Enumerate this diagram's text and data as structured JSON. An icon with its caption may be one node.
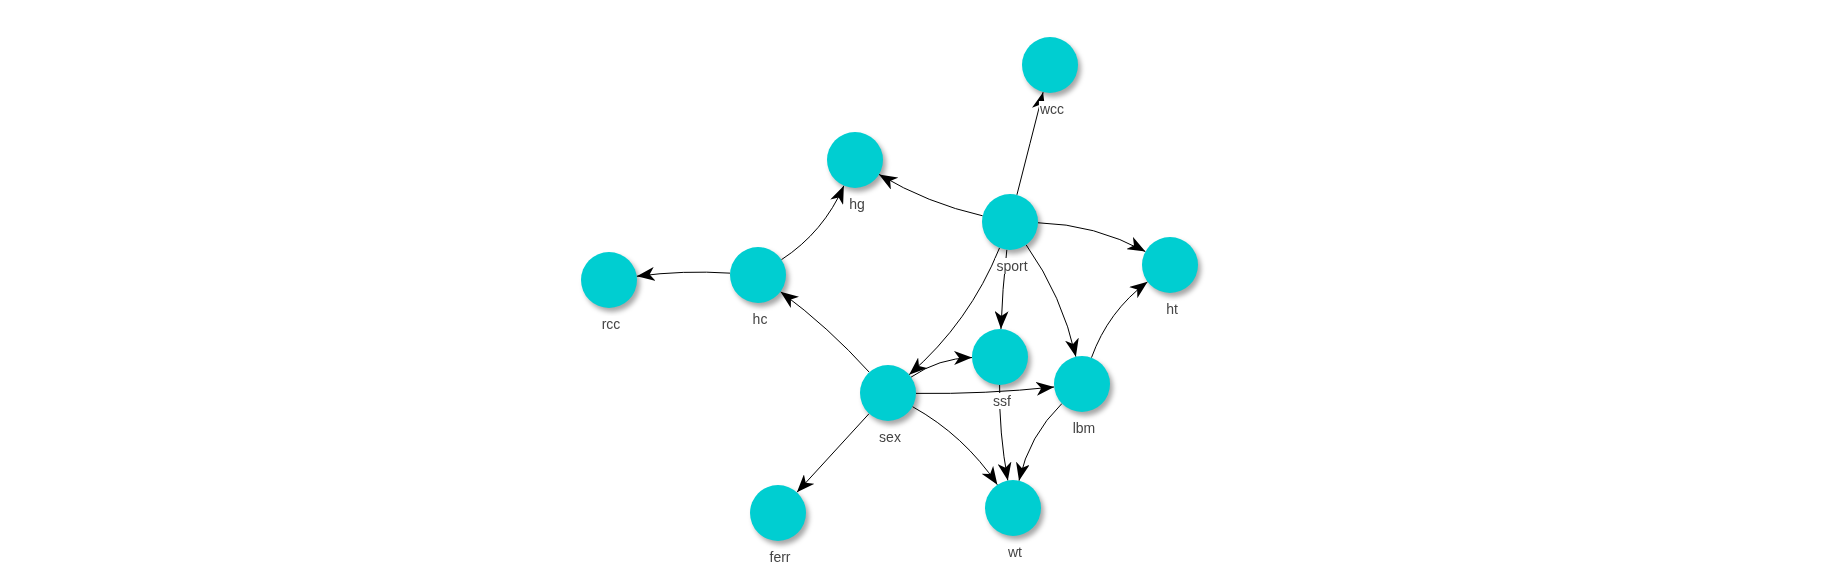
{
  "diagram": {
    "nodes": [
      {
        "text": [],
        "shape": "circle",
        "beside": [
          "wcc"
        ]
      },
      {
        "text": [],
        "shape": "circle",
        "beside": [
          "hg"
        ]
      },
      {
        "text": [],
        "shape": "circle",
        "beside": [
          "sport"
        ]
      },
      {
        "text": [],
        "shape": "circle",
        "beside": [
          "ht"
        ]
      },
      {
        "text": [],
        "shape": "circle",
        "beside": [
          "rcc"
        ]
      },
      {
        "text": [],
        "shape": "circle",
        "beside": [
          "hc"
        ]
      },
      {
        "text": [],
        "shape": "circle",
        "beside": [
          "ssf"
        ]
      },
      {
        "text": [],
        "shape": "circle",
        "beside": [
          "lbm"
        ]
      },
      {
        "text": [],
        "shape": "circle",
        "beside": [
          "sex"
        ]
      },
      {
        "text": [],
        "shape": "circle",
        "beside": [
          "ferr"
        ]
      },
      {
        "text": [],
        "shape": "circle",
        "beside": [
          "wt"
        ]
      }
    ],
    "edges": [
      {
        "from": 2,
        "to": 0,
        "arrow": "to"
      },
      {
        "from": 2,
        "to": 1,
        "arrow": "to"
      },
      {
        "from": 2,
        "to": 3,
        "arrow": "to"
      },
      {
        "from": 2,
        "to": 8,
        "arrow": "to"
      },
      {
        "from": 2,
        "to": 6,
        "arrow": "to"
      },
      {
        "from": 2,
        "to": 7,
        "arrow": "to"
      },
      {
        "from": 5,
        "to": 1,
        "arrow": "to"
      },
      {
        "from": 5,
        "to": 4,
        "arrow": "to"
      },
      {
        "from": 8,
        "to": 5,
        "arrow": "to"
      },
      {
        "from": 8,
        "to": 6,
        "arrow": "to"
      },
      {
        "from": 8,
        "to": 7,
        "arrow": "to"
      },
      {
        "from": 8,
        "to": 9,
        "arrow": "to"
      },
      {
        "from": 8,
        "to": 10,
        "arrow": "to"
      },
      {
        "from": 6,
        "to": 10,
        "arrow": "to"
      },
      {
        "from": 7,
        "to": 10,
        "arrow": "to"
      },
      {
        "from": 7,
        "to": 3,
        "arrow": "to"
      }
    ]
  }
}
